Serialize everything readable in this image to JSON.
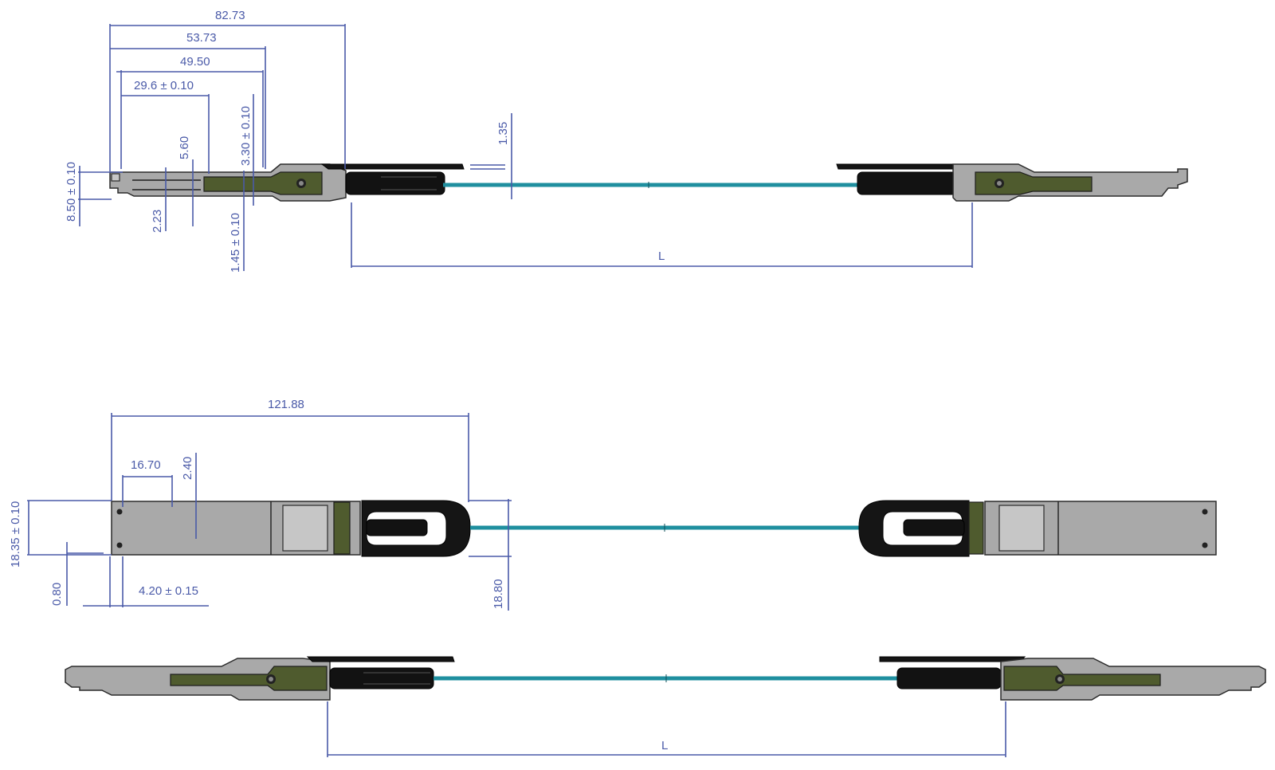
{
  "side_view_top": {
    "dims": {
      "d82_73": "82.73",
      "d53_73": "53.73",
      "d49_50": "49.50",
      "d29_6": "29.6 ± 0.10",
      "d5_60": "5.60",
      "d3_30": "3.30 ± 0.10",
      "d8_50": "8.50 ± 0.10",
      "d2_23": "2.23",
      "d1_45": "1.45 ± 0.10",
      "d1_35": "1.35",
      "length": "L"
    }
  },
  "top_view": {
    "dims": {
      "d121_88": "121.88",
      "d16_70": "16.70",
      "d2_40": "2.40",
      "d18_35": "18.35 ± 0.10",
      "d0_80": "0.80",
      "d4_20": "4.20 ± 0.15",
      "d18_80": "18.80"
    }
  },
  "side_view_bottom": {
    "dims": {
      "length": "L"
    }
  },
  "colors": {
    "dimension": "#4a5aa8",
    "cable": "#1f8f9f",
    "housing": "#a9a9a9",
    "pcb": "#4f5b2e",
    "pull_tab": "#151515"
  }
}
